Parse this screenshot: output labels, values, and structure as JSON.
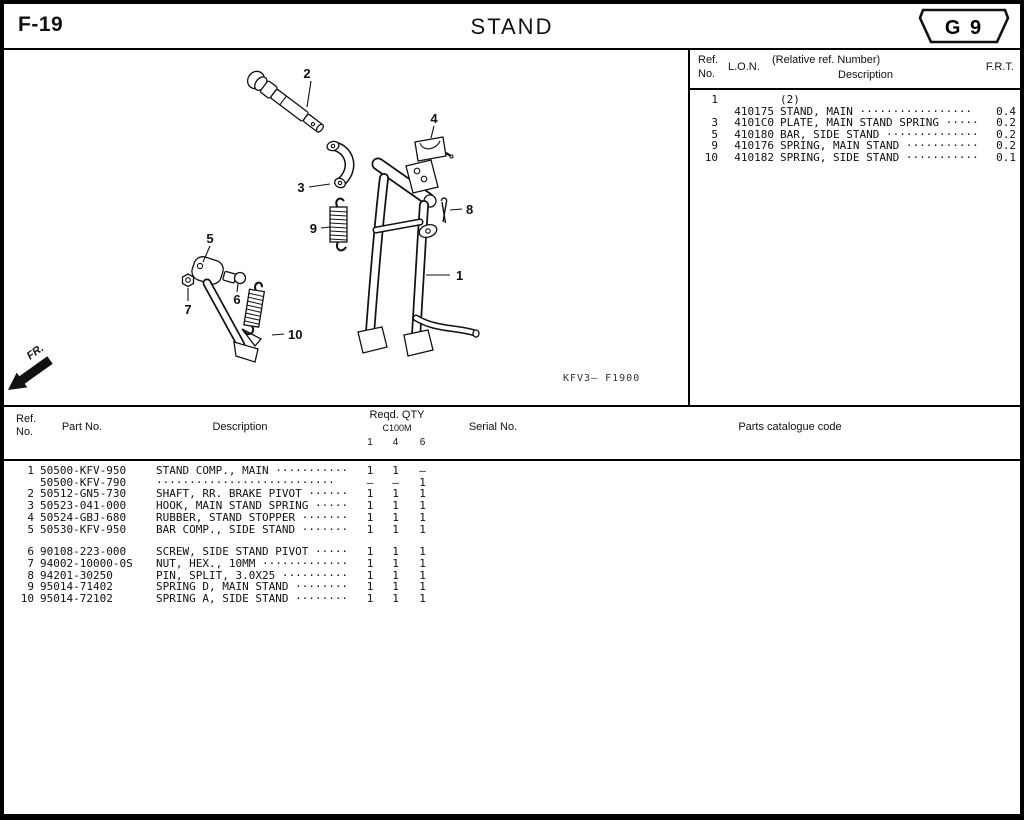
{
  "header": {
    "page_code": "F-19",
    "title": "STAND",
    "block_ref": "G 9"
  },
  "ref_table": {
    "headers": {
      "ref_l1": "Ref.",
      "ref_l2": "No.",
      "lon": "L.O.N.",
      "relative": "(Relative ref. Number)",
      "description": "Description",
      "frt": "F.R.T."
    },
    "rows": [
      {
        "ref": "1",
        "lon": "",
        "desc": "(2)",
        "leader": "",
        "frt": ""
      },
      {
        "ref": "",
        "lon": "410175",
        "desc": "STAND, MAIN ",
        "leader": "·················",
        "frt": "0.4"
      },
      {
        "ref": "3",
        "lon": "4101C0",
        "desc": "PLATE, MAIN STAND SPRING ",
        "leader": "·····",
        "frt": "0.2"
      },
      {
        "ref": "5",
        "lon": "410180",
        "desc": "BAR, SIDE STAND ",
        "leader": "··············",
        "frt": "0.2"
      },
      {
        "ref": "9",
        "lon": "410176",
        "desc": "SPRING, MAIN STAND ",
        "leader": "···········",
        "frt": "0.2"
      },
      {
        "ref": "10",
        "lon": "410182",
        "desc": "SPRING, SIDE STAND ",
        "leader": "···········",
        "frt": "0.1"
      }
    ]
  },
  "diagram": {
    "code": "KFV3— F1900",
    "fr_label": "FR.",
    "callouts": {
      "c1": "1",
      "c2": "2",
      "c3": "3",
      "c4": "4",
      "c5": "5",
      "c6": "6",
      "c7": "7",
      "c8": "8",
      "c9": "9",
      "c10": "10"
    }
  },
  "parts_table": {
    "headers": {
      "ref_l1": "Ref.",
      "ref_l2": "No.",
      "part_no": "Part No.",
      "description": "Description",
      "reqd_qty": "Reqd. QTY",
      "model": "C100M",
      "serial_no": "Serial No.",
      "parts_catalogue_code": "Parts catalogue code"
    },
    "qty_cols": [
      "1",
      "4",
      "6"
    ],
    "rows": [
      {
        "ref": "1",
        "part": "50500-KFV-950",
        "desc": "STAND COMP., MAIN ",
        "leader": "···········",
        "q1": "1",
        "q2": "1",
        "q3": "–"
      },
      {
        "ref": "",
        "part": "50500-KFV-790",
        "desc": "",
        "leader": "···························",
        "q1": "–",
        "q2": "–",
        "q3": "1"
      },
      {
        "ref": "2",
        "part": "50512-GN5-730",
        "desc": "SHAFT, RR. BRAKE PIVOT ",
        "leader": "······",
        "q1": "1",
        "q2": "1",
        "q3": "1"
      },
      {
        "ref": "3",
        "part": "50523-041-000",
        "desc": "HOOK, MAIN STAND SPRING ",
        "leader": "·····",
        "q1": "1",
        "q2": "1",
        "q3": "1"
      },
      {
        "ref": "4",
        "part": "50524-GBJ-680",
        "desc": "RUBBER, STAND STOPPER ",
        "leader": "·······",
        "q1": "1",
        "q2": "1",
        "q3": "1"
      },
      {
        "ref": "5",
        "part": "50530-KFV-950",
        "desc": "BAR COMP., SIDE STAND ",
        "leader": "·······",
        "q1": "1",
        "q2": "1",
        "q3": "1"
      },
      {
        "ref": "6",
        "part": "90108-223-000",
        "desc": "SCREW, SIDE STAND PIVOT ",
        "leader": "·····",
        "q1": "1",
        "q2": "1",
        "q3": "1"
      },
      {
        "ref": "7",
        "part": "94002-10000-0S",
        "desc": "NUT, HEX., 10MM ",
        "leader": "·············",
        "q1": "1",
        "q2": "1",
        "q3": "1"
      },
      {
        "ref": "8",
        "part": "94201-30250",
        "desc": "PIN, SPLIT, 3.0X25 ",
        "leader": "··········",
        "q1": "1",
        "q2": "1",
        "q3": "1"
      },
      {
        "ref": "9",
        "part": "95014-71402",
        "desc": "SPRING D, MAIN STAND ",
        "leader": "········",
        "q1": "1",
        "q2": "1",
        "q3": "1"
      },
      {
        "ref": "10",
        "part": "95014-72102",
        "desc": "SPRING A, SIDE STAND ",
        "leader": "········",
        "q1": "1",
        "q2": "1",
        "q3": "1"
      }
    ]
  }
}
